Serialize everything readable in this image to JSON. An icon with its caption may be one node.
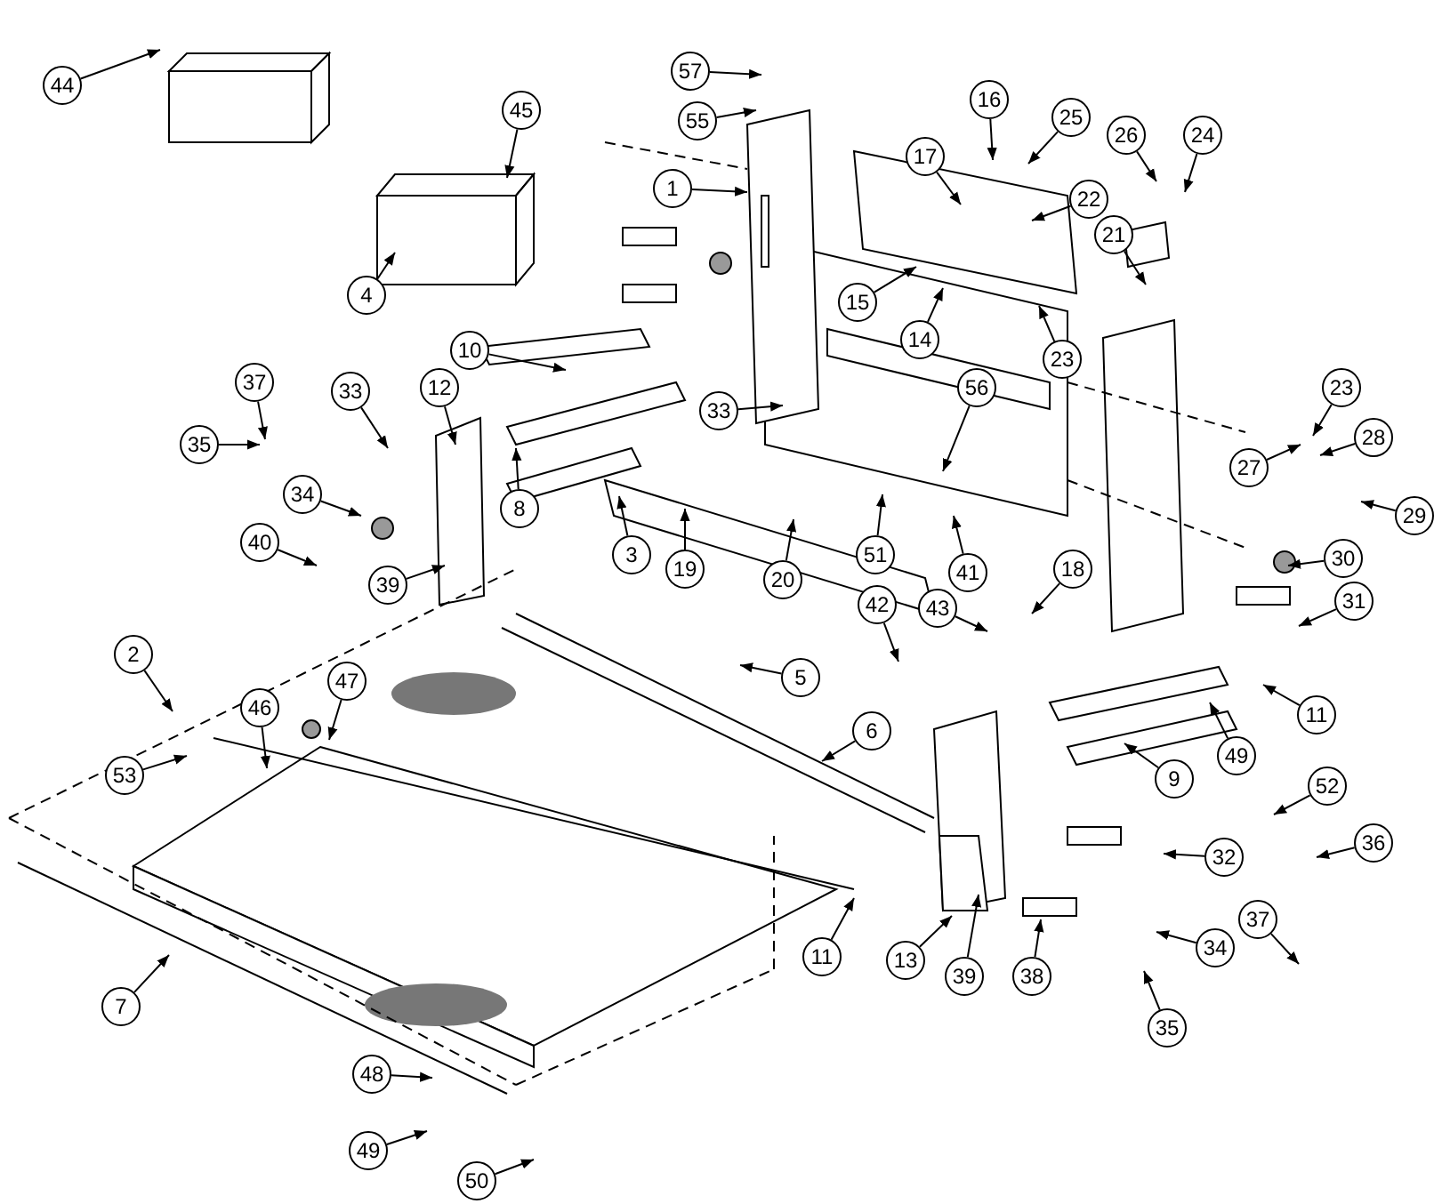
{
  "diagram": {
    "nodes": [
      {
        "text": [
          "44"
        ]
      },
      {
        "text": [
          "57"
        ]
      },
      {
        "text": [
          "55"
        ]
      },
      {
        "text": [
          "16"
        ]
      },
      {
        "text": [
          "25"
        ]
      },
      {
        "text": [
          "26"
        ]
      },
      {
        "text": [
          "24"
        ]
      },
      {
        "text": [
          "45"
        ]
      },
      {
        "text": [
          "17"
        ]
      },
      {
        "text": [
          "22"
        ]
      },
      {
        "text": [
          "1"
        ]
      },
      {
        "text": [
          "21"
        ]
      },
      {
        "text": [
          "15"
        ]
      },
      {
        "text": [
          "14"
        ]
      },
      {
        "text": [
          "4"
        ]
      },
      {
        "text": [
          "23"
        ]
      },
      {
        "text": [
          "23"
        ]
      },
      {
        "text": [
          "10"
        ]
      },
      {
        "text": [
          "33"
        ]
      },
      {
        "text": [
          "12"
        ]
      },
      {
        "text": [
          "37"
        ]
      },
      {
        "text": [
          "56"
        ]
      },
      {
        "text": [
          "33"
        ]
      },
      {
        "text": [
          "27"
        ]
      },
      {
        "text": [
          "28"
        ]
      },
      {
        "text": [
          "35"
        ]
      },
      {
        "text": [
          "34"
        ]
      },
      {
        "text": [
          "29"
        ]
      },
      {
        "text": [
          "40"
        ]
      },
      {
        "text": [
          "8"
        ]
      },
      {
        "text": [
          "19"
        ]
      },
      {
        "text": [
          "3"
        ]
      },
      {
        "text": [
          "20"
        ]
      },
      {
        "text": [
          "51"
        ]
      },
      {
        "text": [
          "41"
        ]
      },
      {
        "text": [
          "42"
        ]
      },
      {
        "text": [
          "43"
        ]
      },
      {
        "text": [
          "18"
        ]
      },
      {
        "text": [
          "30"
        ]
      },
      {
        "text": [
          "39"
        ]
      },
      {
        "text": [
          "31"
        ]
      },
      {
        "text": [
          "2"
        ]
      },
      {
        "text": [
          "5"
        ]
      },
      {
        "text": [
          "47"
        ]
      },
      {
        "text": [
          "11"
        ]
      },
      {
        "text": [
          "46"
        ]
      },
      {
        "text": [
          "6"
        ]
      },
      {
        "text": [
          "49"
        ]
      },
      {
        "text": [
          "53"
        ]
      },
      {
        "text": [
          "9"
        ]
      },
      {
        "text": [
          "52"
        ]
      },
      {
        "text": [
          "36"
        ]
      },
      {
        "text": [
          "32"
        ]
      },
      {
        "text": [
          "11"
        ]
      },
      {
        "text": [
          "13"
        ]
      },
      {
        "text": [
          "39"
        ]
      },
      {
        "text": [
          "38"
        ]
      },
      {
        "text": [
          "34"
        ]
      },
      {
        "text": [
          "37"
        ]
      },
      {
        "text": [
          "7"
        ]
      },
      {
        "text": [
          "35"
        ]
      },
      {
        "text": [
          "48"
        ]
      },
      {
        "text": [
          "49"
        ]
      },
      {
        "text": [
          "50"
        ]
      }
    ],
    "edges": [
      {
        "from": 0,
        "to": null,
        "arrow": "to"
      },
      {
        "from": 1,
        "to": null,
        "arrow": "to"
      },
      {
        "from": 2,
        "to": null,
        "arrow": "to"
      },
      {
        "from": 3,
        "to": null,
        "arrow": "to"
      },
      {
        "from": 4,
        "to": null,
        "arrow": "to"
      },
      {
        "from": 5,
        "to": null,
        "arrow": "to"
      },
      {
        "from": 6,
        "to": null,
        "arrow": "to"
      },
      {
        "from": 7,
        "to": null,
        "arrow": "to"
      },
      {
        "from": 8,
        "to": null,
        "arrow": "to"
      },
      {
        "from": 9,
        "to": null,
        "arrow": "to"
      },
      {
        "from": 10,
        "to": null,
        "arrow": "to"
      },
      {
        "from": 11,
        "to": null,
        "arrow": "to"
      },
      {
        "from": 12,
        "to": null,
        "arrow": "to"
      },
      {
        "from": 13,
        "to": null,
        "arrow": "to"
      },
      {
        "from": 14,
        "to": null,
        "arrow": "to"
      },
      {
        "from": 15,
        "to": null,
        "arrow": "to"
      },
      {
        "from": 16,
        "to": null,
        "arrow": "to"
      },
      {
        "from": 17,
        "to": null,
        "arrow": "to"
      },
      {
        "from": 18,
        "to": null,
        "arrow": "to"
      },
      {
        "from": 19,
        "to": null,
        "arrow": "to"
      },
      {
        "from": 20,
        "to": null,
        "arrow": "to"
      },
      {
        "from": 21,
        "to": null,
        "arrow": "to"
      },
      {
        "from": 22,
        "to": null,
        "arrow": "to"
      },
      {
        "from": 23,
        "to": null,
        "arrow": "to"
      },
      {
        "from": 24,
        "to": null,
        "arrow": "to"
      },
      {
        "from": 25,
        "to": null,
        "arrow": "to"
      },
      {
        "from": 26,
        "to": null,
        "arrow": "to"
      },
      {
        "from": 27,
        "to": null,
        "arrow": "to"
      },
      {
        "from": 28,
        "to": null,
        "arrow": "to"
      },
      {
        "from": 29,
        "to": null,
        "arrow": "to"
      },
      {
        "from": 30,
        "to": null,
        "arrow": "to"
      },
      {
        "from": 31,
        "to": null,
        "arrow": "to"
      },
      {
        "from": 32,
        "to": null,
        "arrow": "to"
      },
      {
        "from": 33,
        "to": null,
        "arrow": "to"
      },
      {
        "from": 34,
        "to": null,
        "arrow": "to"
      },
      {
        "from": 35,
        "to": null,
        "arrow": "to"
      },
      {
        "from": 36,
        "to": null,
        "arrow": "to"
      },
      {
        "from": 37,
        "to": null,
        "arrow": "to"
      },
      {
        "from": 38,
        "to": null,
        "arrow": "to"
      },
      {
        "from": 39,
        "to": null,
        "arrow": "to"
      },
      {
        "from": 40,
        "to": null,
        "arrow": "to"
      },
      {
        "from": 41,
        "to": null,
        "arrow": "to"
      },
      {
        "from": 42,
        "to": null,
        "arrow": "to"
      },
      {
        "from": 43,
        "to": null,
        "arrow": "to"
      },
      {
        "from": 44,
        "to": null,
        "arrow": "to"
      },
      {
        "from": 45,
        "to": null,
        "arrow": "to"
      },
      {
        "from": 46,
        "to": null,
        "arrow": "to"
      },
      {
        "from": 47,
        "to": null,
        "arrow": "to"
      },
      {
        "from": 48,
        "to": null,
        "arrow": "to"
      },
      {
        "from": 49,
        "to": null,
        "arrow": "to"
      },
      {
        "from": 50,
        "to": null,
        "arrow": "to"
      },
      {
        "from": 51,
        "to": null,
        "arrow": "to"
      },
      {
        "from": 52,
        "to": null,
        "arrow": "to"
      },
      {
        "from": 53,
        "to": null,
        "arrow": "to"
      },
      {
        "from": 54,
        "to": null,
        "arrow": "to"
      },
      {
        "from": 55,
        "to": null,
        "arrow": "to"
      },
      {
        "from": 56,
        "to": null,
        "arrow": "to"
      },
      {
        "from": 57,
        "to": null,
        "arrow": "to"
      },
      {
        "from": 58,
        "to": null,
        "arrow": "to"
      },
      {
        "from": 59,
        "to": null,
        "arrow": "to"
      },
      {
        "from": 60,
        "to": null,
        "arrow": "to"
      },
      {
        "from": 61,
        "to": null,
        "arrow": "to"
      },
      {
        "from": 62,
        "to": null,
        "arrow": "to"
      },
      {
        "from": 63,
        "to": null,
        "arrow": "to"
      }
    ]
  }
}
